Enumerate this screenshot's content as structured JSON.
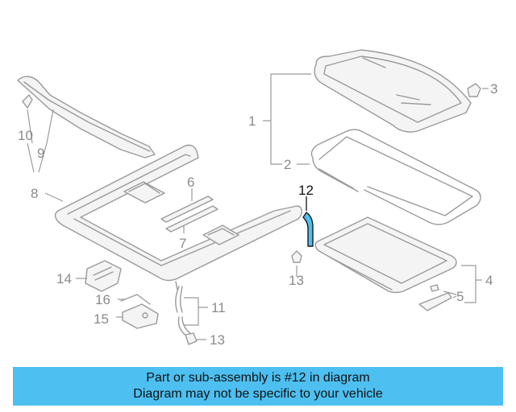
{
  "labels": {
    "l1": "1",
    "l2": "2",
    "l3": "3",
    "l4": "4",
    "l5": "5",
    "l6": "6",
    "l7": "7",
    "l8": "8",
    "l9": "9",
    "l10": "10",
    "l11": "11",
    "l12": "12",
    "l13": "13",
    "l14": "14",
    "l15": "15",
    "l16": "16"
  },
  "highlight_part": "12",
  "colors": {
    "banner": "#4dbff0",
    "highlight_part": "#4dbff0",
    "parts": "#9a9a9a"
  },
  "banner": {
    "line1": "Part or sub-assembly is #12 in diagram",
    "line2": "Diagram may not be specific to your vehicle"
  }
}
